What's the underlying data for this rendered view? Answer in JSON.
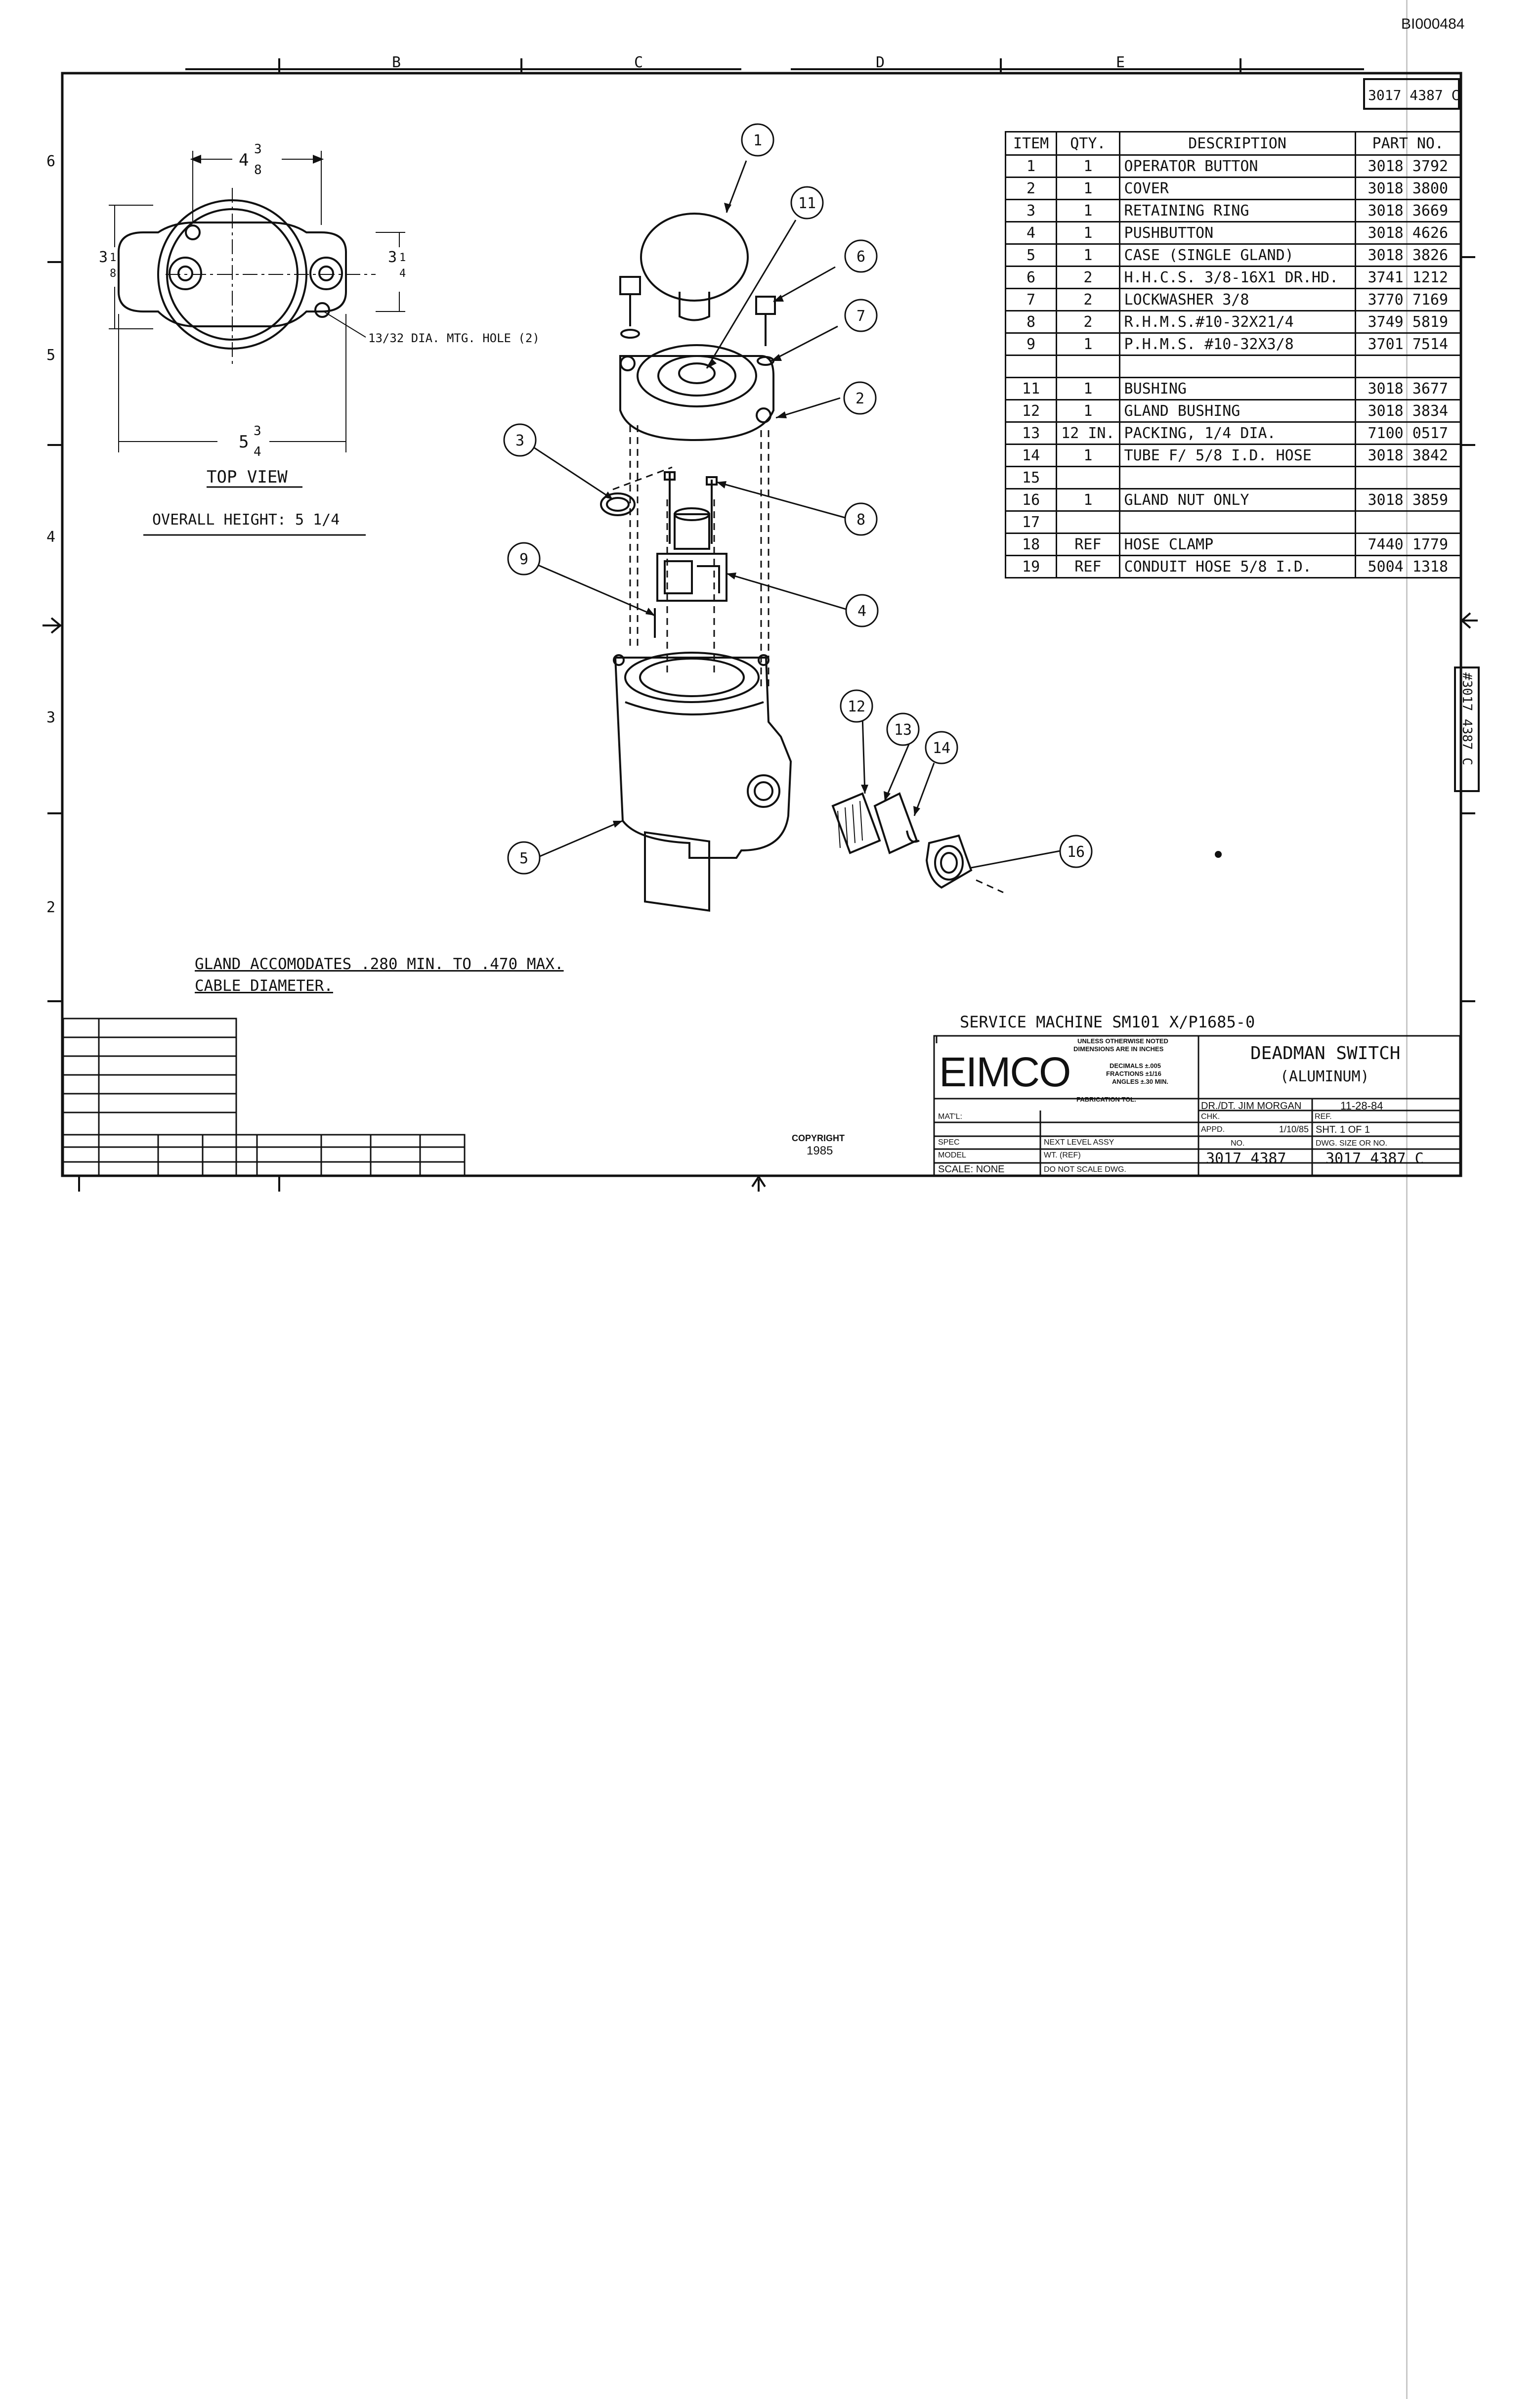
{
  "doc_id": "BI000484",
  "drawing_number_corner": "3017 4387 C",
  "drawing_number_side": "#3017 4387 C",
  "zone_columns": [
    "B",
    "C",
    "D",
    "E"
  ],
  "zone_rows": [
    "6",
    "5",
    "4",
    "3",
    "2"
  ],
  "top_view": {
    "dim_top": "4 3/8",
    "dim_top_whole": "4",
    "dim_top_num": "3",
    "dim_top_den": "8",
    "dim_left_whole": "3",
    "dim_left_num": "1",
    "dim_left_den": "8",
    "dim_right_whole": "3",
    "dim_right_num": "1",
    "dim_right_den": "4",
    "dim_bottom_whole": "5",
    "dim_bottom_num": "3",
    "dim_bottom_den": "4",
    "hole_note": "13/32 DIA. MTG. HOLE (2)",
    "label": "TOP VIEW",
    "overall_height": "OVERALL HEIGHT: 5 1/4"
  },
  "balloons": [
    "1",
    "11",
    "6",
    "7",
    "2",
    "3",
    "8",
    "9",
    "4",
    "5",
    "12",
    "13",
    "14",
    "16"
  ],
  "parts_table": {
    "headers": [
      "ITEM",
      "QTY.",
      "DESCRIPTION",
      "PART NO."
    ],
    "rows": [
      {
        "item": "1",
        "qty": "1",
        "desc": "OPERATOR BUTTON",
        "pn": "3018 3792"
      },
      {
        "item": "2",
        "qty": "1",
        "desc": "COVER",
        "pn": "3018 3800"
      },
      {
        "item": "3",
        "qty": "1",
        "desc": "RETAINING RING",
        "pn": "3018 3669"
      },
      {
        "item": "4",
        "qty": "1",
        "desc": "PUSHBUTTON",
        "pn": "3018 4626"
      },
      {
        "item": "5",
        "qty": "1",
        "desc": "CASE (SINGLE GLAND)",
        "pn": "3018 3826"
      },
      {
        "item": "6",
        "qty": "2",
        "desc": "H.H.C.S. 3/8-16X1 DR.HD.",
        "pn": "3741 1212"
      },
      {
        "item": "7",
        "qty": "2",
        "desc": "LOCKWASHER 3/8",
        "pn": "3770 7169"
      },
      {
        "item": "8",
        "qty": "2",
        "desc": "R.H.M.S.#10-32X21/4",
        "pn": "3749 5819"
      },
      {
        "item": "9",
        "qty": "1",
        "desc": "P.H.M.S. #10-32X3/8",
        "pn": "3701 7514"
      },
      {
        "item": "",
        "qty": "",
        "desc": "",
        "pn": ""
      },
      {
        "item": "11",
        "qty": "1",
        "desc": "BUSHING",
        "pn": "3018 3677"
      },
      {
        "item": "12",
        "qty": "1",
        "desc": "GLAND BUSHING",
        "pn": "3018 3834"
      },
      {
        "item": "13",
        "qty": "12 IN.",
        "desc": "PACKING, 1/4 DIA.",
        "pn": "7100 0517"
      },
      {
        "item": "14",
        "qty": "1",
        "desc": "TUBE F/ 5/8 I.D. HOSE",
        "pn": "3018 3842"
      },
      {
        "item": "15",
        "qty": "",
        "desc": "",
        "pn": ""
      },
      {
        "item": "16",
        "qty": "1",
        "desc": "GLAND NUT ONLY",
        "pn": "3018 3859"
      },
      {
        "item": "17",
        "qty": "",
        "desc": "",
        "pn": ""
      },
      {
        "item": "18",
        "qty": "REF",
        "desc": "HOSE CLAMP",
        "pn": "7440 1779"
      },
      {
        "item": "19",
        "qty": "REF",
        "desc": "CONDUIT HOSE 5/8 I.D.",
        "pn": "5004 1318"
      }
    ]
  },
  "notes": {
    "gland_line1": "GLAND ACCOMODATES .280 MIN. TO .470 MAX.",
    "gland_line2": "CABLE DIAMETER."
  },
  "title_block": {
    "service_machine": "SERVICE MACHINE SM101 X/P1685-0",
    "company": "EIMCO",
    "tolerance_note_1": "UNLESS OTHERWISE NOTED",
    "tolerance_note_2": "DIMENSIONS ARE IN INCHES",
    "tolerance_decimals": "DECIMALS ±.005",
    "tolerance_fractions": "FRACTIONS ±1/16",
    "tolerance_angles": "ANGLES ±.30 MIN.",
    "fab_tol": "FABRICATION TOL.",
    "title_line1": "DEADMAN SWITCH",
    "title_line2": "(ALUMINUM)",
    "drawn_by": "DR./DT. JIM MORGAN",
    "date": "11-28-84",
    "chk": "CHK.",
    "ref": "REF.",
    "appd": "APPD.",
    "appd_date": "1/10/85",
    "sheet": "SHT. 1 OF 1",
    "matl": "MAT'L:",
    "spec": "SPEC",
    "next_level": "NEXT LEVEL ASSY",
    "model": "MODEL",
    "wt": "WT. (REF)",
    "no_label": "NO.",
    "dwg_size": "DWG. SIZE OR NO.",
    "scale": "SCALE: NONE",
    "do_not_scale": "DO NOT SCALE DWG.",
    "part_no": "3017 4387",
    "dwg_no": "3017 4387 C",
    "copyright": "COPYRIGHT",
    "copyright_year": "1985"
  }
}
